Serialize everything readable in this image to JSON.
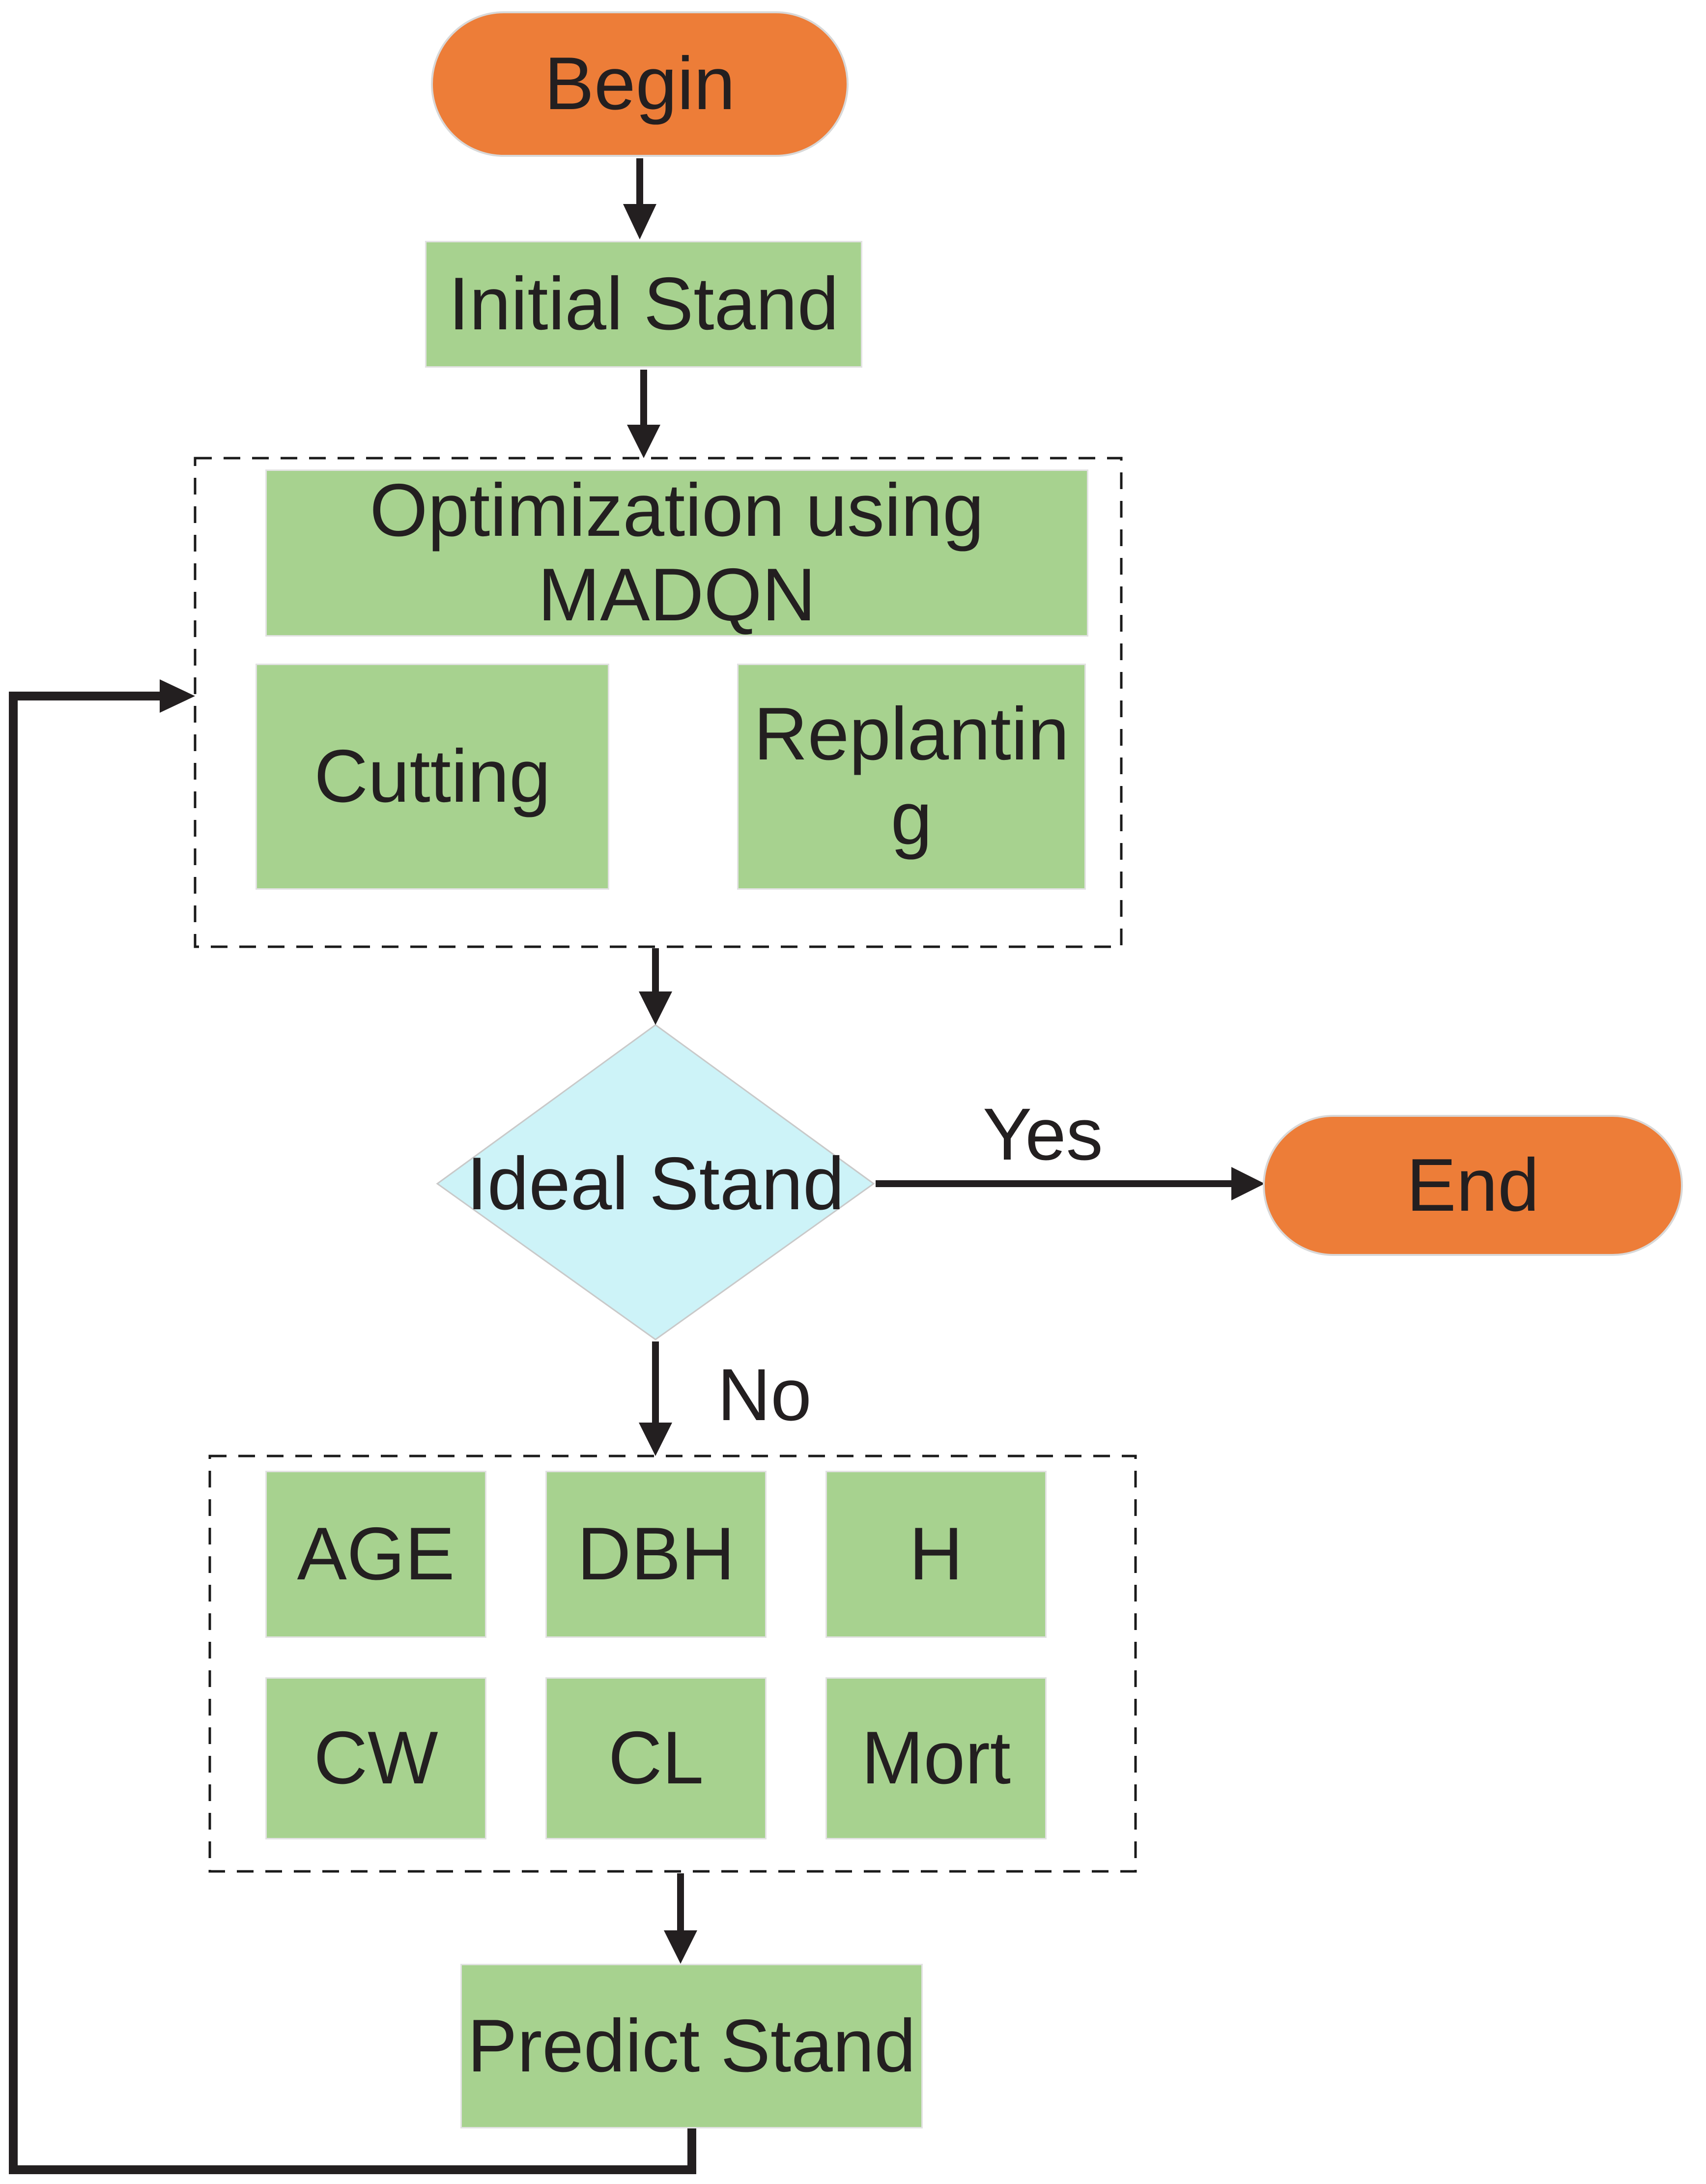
{
  "figure": {
    "type": "flowchart",
    "background": "#ffffff",
    "colors": {
      "terminator_fill": "#ED7D38",
      "process_fill": "#A7D28F",
      "decision_fill": "#CDF3F8",
      "line": "#231F20",
      "text": "#231F20",
      "dashed_border": "#1a1a1a"
    },
    "nodes": {
      "begin": "Begin",
      "initial_stand": "Initial Stand",
      "optimization": "Optimization using MADQN",
      "cutting": "Cutting",
      "replanting": "Replanting",
      "ideal_stand": "Ideal Stand",
      "end": "End",
      "predict_stand": "Predict Stand",
      "variables": [
        "AGE",
        "DBH",
        "H",
        "CW",
        "CL",
        "Mort"
      ]
    },
    "edge_labels": {
      "yes": "Yes",
      "no": "No"
    }
  }
}
